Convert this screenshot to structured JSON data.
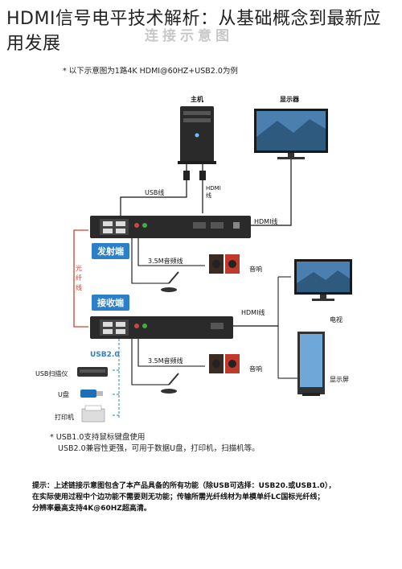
{
  "article_title": "HDMI信号电平技术解析：从基础概念到最新应用发展",
  "diagram_heading": "连接示意图",
  "example_note": "* 以下示意图为1路4K HDMI@60HZ+USB2.0为例",
  "labels": {
    "host": "主机",
    "monitor": "显示器",
    "usb_cable": "USB线",
    "hdmi_cable_vertical": "HDMI线",
    "hdmi_cable": "HDMI线",
    "transmitter": "发射端",
    "receiver": "接收端",
    "fiber": "光纤线",
    "audio_cable": "3.5M音频线",
    "speaker": "音响",
    "tv": "电视",
    "display_screen": "显示屏",
    "usb20": "USB2.0",
    "scanner": "USB扫描仪",
    "udisk": "U盘",
    "printer": "打印机"
  },
  "footnote_lines": [
    "* USB1.0支持鼠标键盘使用",
    "USB2.0兼容性更强，可用于数据U盘，打印机，扫描机等。"
  ],
  "bottom_note_lines": [
    "提示：上述链接示意图包含了本产品具备的所有功能（除USB可选择：USB20.或USB1.0），",
    "在实际使用过程中个边功能不需要则无功能；传输所需光纤线材为单模单纤LC国标光纤线；",
    "分辨率最高支持4K@60HZ超高清。"
  ],
  "colors": {
    "tag_blue": "#2d7fc9",
    "fiber_red": "#d04030",
    "usb_blue": "#2d7fc9",
    "device_dark": "#2a2a2a"
  }
}
